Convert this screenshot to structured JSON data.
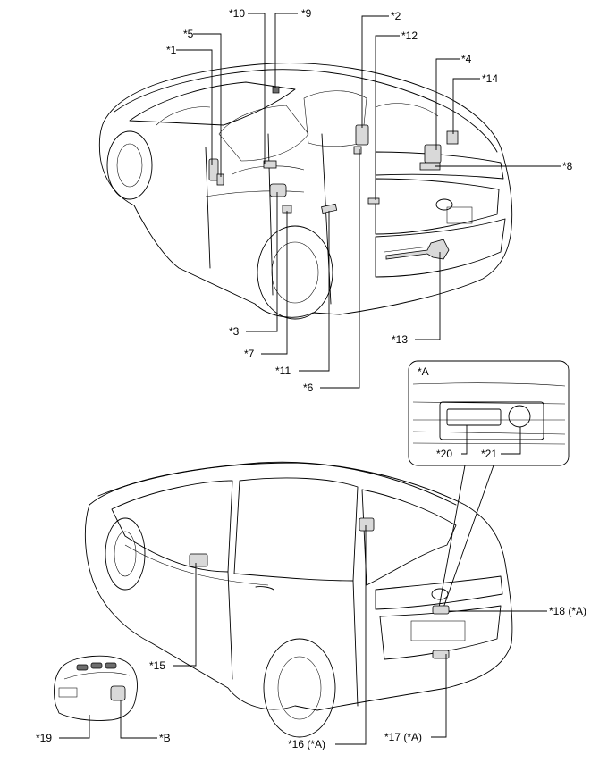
{
  "labels": {
    "c1": "*1",
    "c2": "*2",
    "c3": "*3",
    "c4": "*4",
    "c5": "*5",
    "c6": "*6",
    "c7": "*7",
    "c8": "*8",
    "c9": "*9",
    "c10": "*10",
    "c11": "*11",
    "c12": "*12",
    "c13": "*13",
    "c14": "*14",
    "c15": "*15",
    "c16": "*16 (*A)",
    "c17": "*17 (*A)",
    "c18": "*18 (*A)",
    "c19": "*19",
    "cB": "*B"
  },
  "inset": {
    "title": "*A",
    "c20": "*20",
    "c21": "*21"
  }
}
